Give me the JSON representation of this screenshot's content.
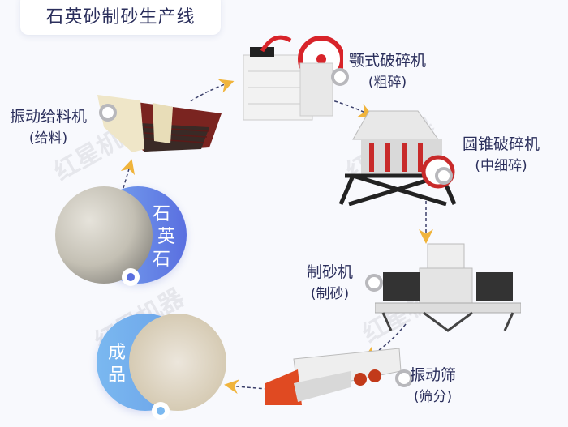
{
  "title": "石英砂制砂生产线",
  "stages": {
    "feeder": {
      "name": "振动给料机",
      "sub": "(给料)"
    },
    "jaw": {
      "name": "颚式破碎机",
      "sub": "(粗碎)"
    },
    "cone": {
      "name": "圆锥破碎机",
      "sub": "(中细碎)"
    },
    "sand": {
      "name": "制砂机",
      "sub": "(制砂)"
    },
    "screen": {
      "name": "振动筛",
      "sub": "(筛分)"
    }
  },
  "raw": {
    "label": [
      "石",
      "英",
      "石"
    ]
  },
  "product": {
    "label": [
      "成",
      "品"
    ]
  },
  "colors": {
    "text": "#2b2f5c",
    "arrow": "#f0b43c",
    "dash": "#3a3f6a",
    "raw_blue": "#5a6fe0",
    "product_blue": "#7ab8f0"
  },
  "watermark": "红星机器 HONGXING MACHINERY"
}
